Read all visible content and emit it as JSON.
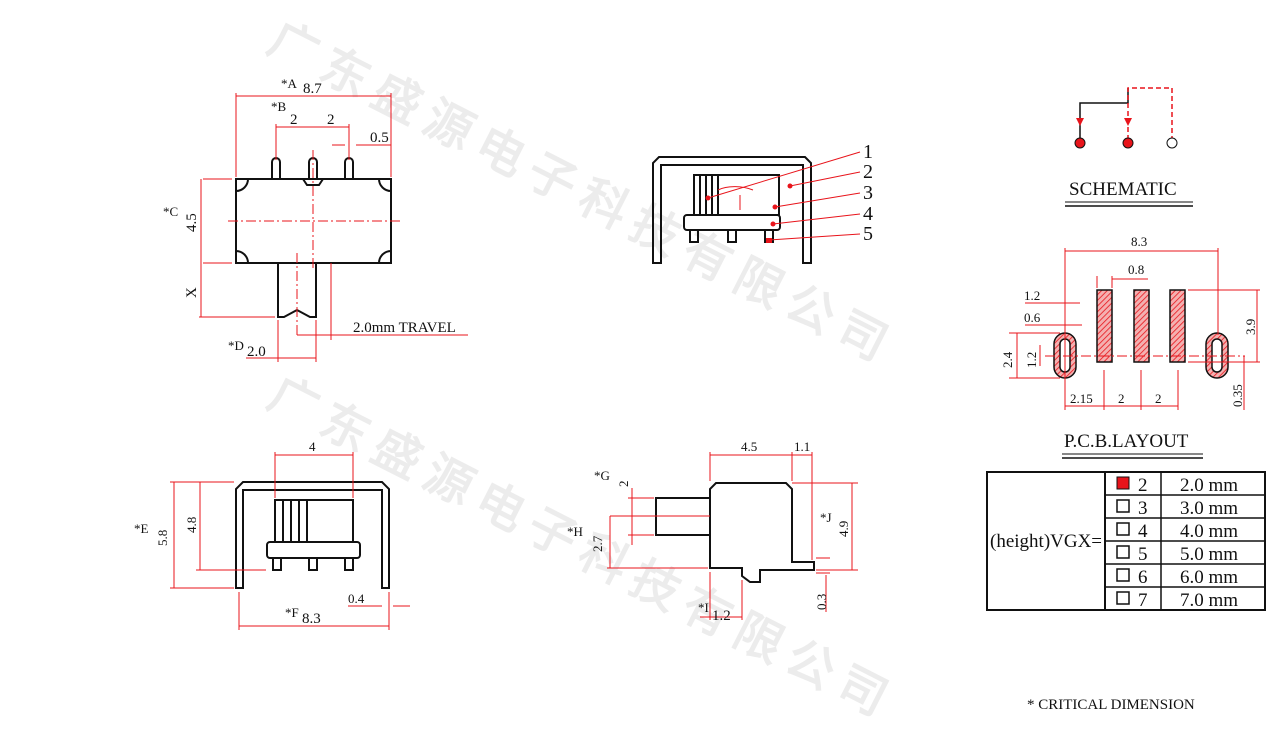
{
  "watermark": "广东盛源电子科技有限公司",
  "top_view": {
    "dim_a_label": "*A",
    "dim_a": "8.7",
    "dim_b_label": "*B",
    "dim_b1": "2",
    "dim_b2": "2",
    "dim_pin": "0.5",
    "dim_c_label": "*C",
    "dim_c": "4.5",
    "dim_x": "X",
    "travel": "2.0mm TRAVEL",
    "dim_d_label": "*D",
    "dim_d": "2.0"
  },
  "parts_view": {
    "callouts": [
      "1",
      "2",
      "3",
      "4",
      "5"
    ]
  },
  "schematic": {
    "title": "SCHEMATIC"
  },
  "pcb_layout": {
    "title": "P.C.B.LAYOUT",
    "dim_total": "8.3",
    "dim_pad_width": "0.8",
    "dim_slot_outer": "1.2",
    "dim_slot_inner": "0.6",
    "dim_slot_height": "2.4",
    "dim_slot_inner_height": "1.2",
    "dim_pad_height": "3.9",
    "dim_offset": "0.35",
    "dim_pitch_1": "2.15",
    "dim_pitch_2": "2",
    "dim_pitch_3": "2"
  },
  "front_view": {
    "dim_slot": "4",
    "dim_e_label": "*E",
    "dim_e": "5.8",
    "dim_inner": "4.8",
    "dim_f_label": "*F",
    "dim_f": "8.3",
    "dim_leg": "0.4"
  },
  "side_view": {
    "dim_body": "4.5",
    "dim_tab": "1.1",
    "dim_g_label": "*G",
    "dim_g": "2",
    "dim_h_label": "*H",
    "dim_h": "2.7",
    "dim_j_label": "*J",
    "dim_j": "4.9",
    "dim_i_label": "*I",
    "dim_i": "1.2",
    "dim_lead": "0.3"
  },
  "height_table": {
    "label": "(height)VGX=",
    "selected_color": "#e8141b",
    "rows": [
      {
        "code": "2",
        "value": "2.0 mm",
        "selected": true
      },
      {
        "code": "3",
        "value": "3.0 mm",
        "selected": false
      },
      {
        "code": "4",
        "value": "4.0 mm",
        "selected": false
      },
      {
        "code": "5",
        "value": "5.0 mm",
        "selected": false
      },
      {
        "code": "6",
        "value": "6.0 mm",
        "selected": false
      },
      {
        "code": "7",
        "value": "7.0 mm",
        "selected": false
      }
    ]
  },
  "footnote": "* CRITICAL  DIMENSION"
}
